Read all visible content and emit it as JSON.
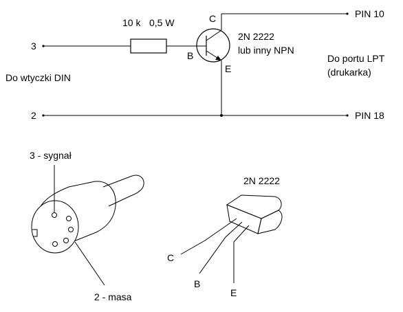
{
  "schematic": {
    "resistor_value": "10 k",
    "resistor_power": "0,5 W",
    "transistor_model": "2N 2222",
    "transistor_alt": "lub inny NPN",
    "pin_b": "B",
    "pin_c": "C",
    "pin_e": "E",
    "input_signal": "3",
    "input_ground": "2",
    "din_label": "Do wtyczki DIN",
    "lpt_label_1": "Do portu LPT",
    "lpt_label_2": "(drukarka)",
    "out_pin10": "PIN 10",
    "out_pin18": "PIN 18"
  },
  "din_plug": {
    "signal_label": "3 - sygnał",
    "ground_label": "2 - masa"
  },
  "transistor_package": {
    "title": "2N 2222",
    "lead_c": "C",
    "lead_b": "B",
    "lead_e": "E"
  }
}
